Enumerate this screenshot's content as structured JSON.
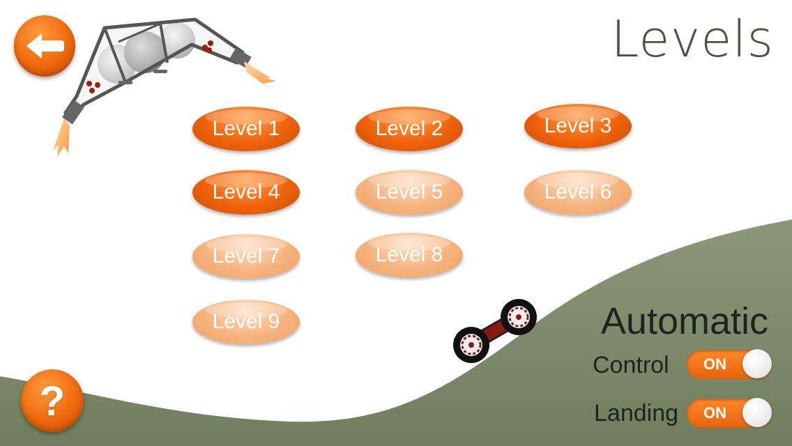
{
  "header": {
    "title": "Levels"
  },
  "buttons": {
    "back_icon": "arrow-left-icon",
    "help_label": "?"
  },
  "levels": [
    {
      "label": "Level 1",
      "unlocked": true
    },
    {
      "label": "Level 2",
      "unlocked": true
    },
    {
      "label": "Level 3",
      "unlocked": true
    },
    {
      "label": "Level 4",
      "unlocked": true
    },
    {
      "label": "Level 5",
      "unlocked": false
    },
    {
      "label": "Level 6",
      "unlocked": false
    },
    {
      "label": "Level 7",
      "unlocked": false
    },
    {
      "label": "Level 8",
      "unlocked": false
    },
    {
      "label": "Level 9",
      "unlocked": false
    }
  ],
  "settings": {
    "heading": "Automatic",
    "control": {
      "label": "Control",
      "state": "ON"
    },
    "landing": {
      "label": "Landing",
      "state": "ON"
    }
  },
  "colors": {
    "accent": "#f06a0c",
    "accent_locked": "#f6b37d",
    "hill": "#7d8c6c",
    "title_text": "#4a5246"
  }
}
